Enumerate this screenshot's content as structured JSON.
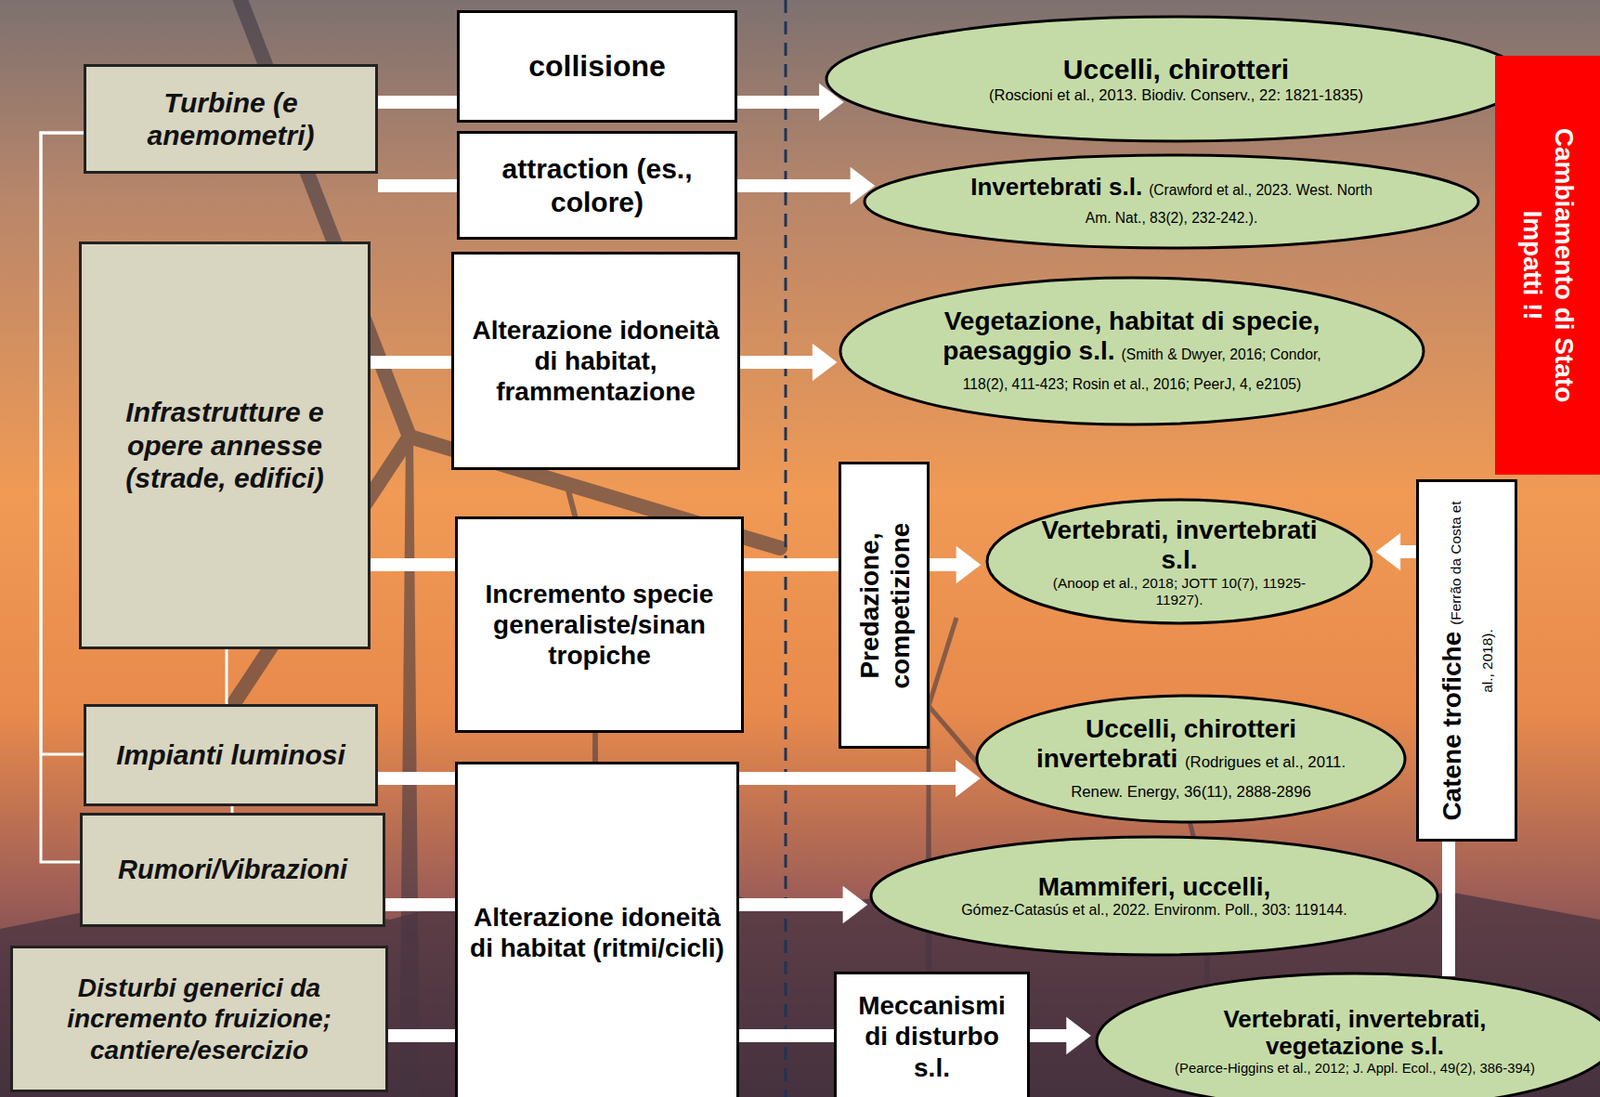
{
  "diagram": {
    "nodes": [
      {
        "text": [
          "Turbine (e anemometri)"
        ]
      },
      {
        "text": [
          "Infrastrutture e opere annesse (strade, edifici)"
        ]
      },
      {
        "text": [
          "Impianti luminosi"
        ]
      },
      {
        "text": [
          "Rumori/Vibrazioni"
        ]
      },
      {
        "text": [
          "Disturbi generici da incremento fruizione; cantiere/esercizio"
        ]
      },
      {
        "text": [
          "collisione"
        ]
      },
      {
        "text": [
          "attraction (es., colore)"
        ]
      },
      {
        "text": [
          "Alterazione idoneità di habitat, frammentazione"
        ]
      },
      {
        "text": [
          "Incremento specie generaliste/sinan tropiche"
        ]
      },
      {
        "text": [
          "Alterazione idoneità di habitat (ritmi/cicli)"
        ]
      },
      {
        "text": [
          "Predazione, competizione"
        ]
      },
      {
        "text": [
          "Meccanismi di disturbo s.l."
        ]
      },
      {
        "text": [
          "Catene trofiche",
          "(Ferrão da Costa et al., 2018)."
        ]
      },
      {
        "text": [
          "Cambiamento di Stato Impatti !!"
        ]
      },
      {
        "text": [
          "Uccelli, chirotteri",
          "(Roscioni et al., 2013. Biodiv. Conserv., 22: 1821-1835)"
        ]
      },
      {
        "text": [
          "Invertebrati s.l.",
          "(Crawford et al., 2023. West. North Am. Nat., 83(2), 232-242.)."
        ]
      },
      {
        "text": [
          "Vegetazione, habitat di specie, paesaggio s.l.",
          "(Smith & Dwyer, 2016; Condor, 118(2), 411-423; Rosin et al., 2016; PeerJ, 4, e2105)"
        ]
      },
      {
        "text": [
          "Vertebrati, invertebrati s.l.",
          "(Anoop et al., 2018; JOTT 10(7), 11925-11927)."
        ]
      },
      {
        "text": [
          "Uccelli, chirotteri invertebrati",
          "(Rodrigues et al., 2011. Renew. Energy, 36(11), 2888-2896"
        ]
      },
      {
        "text": [
          "Mammiferi, uccelli,",
          "Gómez-Catasús et al., 2022. Environm. Poll., 303: 119144."
        ]
      },
      {
        "text": [
          "Vertebrati, invertebrati, vegetazione s.l.",
          "(Pearce-Higgins et al., 2012; J. Appl. Ecol., 49(2), 386-394)"
        ]
      }
    ],
    "edges": [
      {
        "from": 0,
        "to": 5,
        "arrow": "none"
      },
      {
        "from": 5,
        "to": 14,
        "arrow": "to"
      },
      {
        "from": 0,
        "to": 6,
        "arrow": "none"
      },
      {
        "from": 6,
        "to": 15,
        "arrow": "to"
      },
      {
        "from": 1,
        "to": 7,
        "arrow": "none"
      },
      {
        "from": 7,
        "to": 16,
        "arrow": "to"
      },
      {
        "from": 1,
        "to": 8,
        "arrow": "none"
      },
      {
        "from": 8,
        "to": 10,
        "arrow": "none"
      },
      {
        "from": 10,
        "to": 17,
        "arrow": "to"
      },
      {
        "from": 2,
        "to": 9,
        "arrow": "none"
      },
      {
        "from": 9,
        "to": 18,
        "arrow": "to"
      },
      {
        "from": 3,
        "to": 9,
        "arrow": "none"
      },
      {
        "from": 9,
        "to": 19,
        "arrow": "to"
      },
      {
        "from": 4,
        "to": 9,
        "arrow": "none"
      },
      {
        "from": 9,
        "to": 11,
        "arrow": "none"
      },
      {
        "from": 11,
        "to": 20,
        "arrow": "to"
      },
      {
        "from": 20,
        "to": 12,
        "arrow": "none"
      },
      {
        "from": 12,
        "to": 17,
        "arrow": "to"
      },
      {
        "from": 1,
        "to": 2,
        "arrow": "none"
      },
      {
        "from": 2,
        "to": 3,
        "arrow": "none"
      },
      {
        "from": 0,
        "to": 2,
        "arrow": "none"
      },
      {
        "from": 0,
        "to": 3,
        "arrow": "none"
      }
    ]
  }
}
